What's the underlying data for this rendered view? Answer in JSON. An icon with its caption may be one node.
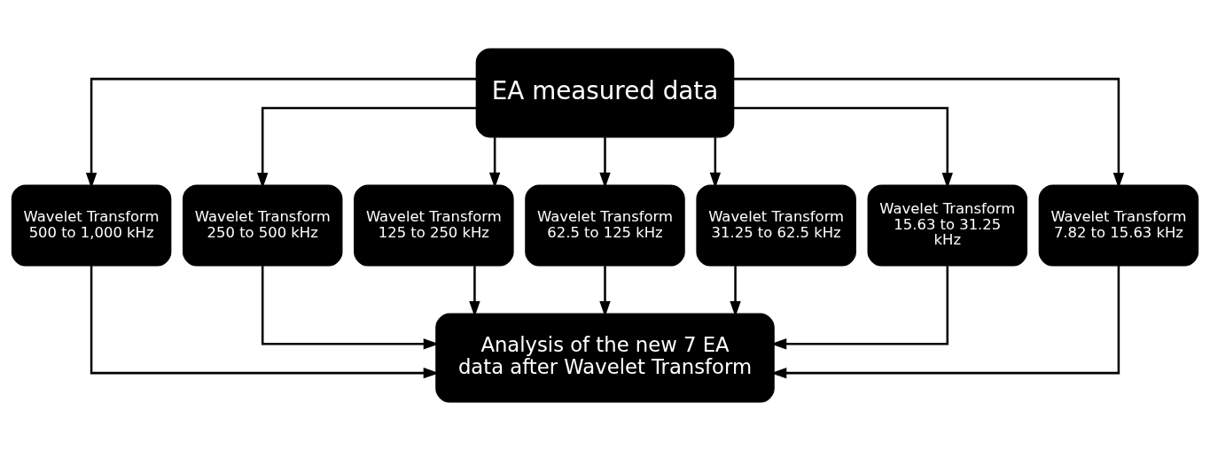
{
  "diagram": {
    "nodes": [
      {
        "text": [
          "EA measured data"
        ]
      },
      {
        "text": [
          "Wavelet Transform 500 to 1,000 kHz"
        ]
      },
      {
        "text": [
          "Wavelet Transform 250 to 500 kHz"
        ]
      },
      {
        "text": [
          "Wavelet Transform 125 to 250 kHz"
        ]
      },
      {
        "text": [
          "Wavelet Transform 62.5 to 125 kHz"
        ]
      },
      {
        "text": [
          "Wavelet Transform 31.25 to 62.5 kHz"
        ]
      },
      {
        "text": [
          "Wavelet Transform 15.63 to 31.25 kHz"
        ]
      },
      {
        "text": [
          "Wavelet Transform 7.82 to 15.63 kHz"
        ]
      },
      {
        "text": [
          "Analysis of the new 7 EA data after Wavelet Transform"
        ]
      }
    ],
    "edges": [
      {
        "from": 0,
        "to": 1,
        "arrow": "to"
      },
      {
        "from": 0,
        "to": 2,
        "arrow": "to"
      },
      {
        "from": 0,
        "to": 3,
        "arrow": "to"
      },
      {
        "from": 0,
        "to": 4,
        "arrow": "to"
      },
      {
        "from": 0,
        "to": 5,
        "arrow": "to"
      },
      {
        "from": 0,
        "to": 6,
        "arrow": "to"
      },
      {
        "from": 0,
        "to": 7,
        "arrow": "to"
      },
      {
        "from": 1,
        "to": 8,
        "arrow": "to"
      },
      {
        "from": 2,
        "to": 8,
        "arrow": "to"
      },
      {
        "from": 3,
        "to": 8,
        "arrow": "to"
      },
      {
        "from": 4,
        "to": 8,
        "arrow": "to"
      },
      {
        "from": 5,
        "to": 8,
        "arrow": "to"
      },
      {
        "from": 6,
        "to": 8,
        "arrow": "to"
      },
      {
        "from": 7,
        "to": 8,
        "arrow": "to"
      }
    ]
  }
}
